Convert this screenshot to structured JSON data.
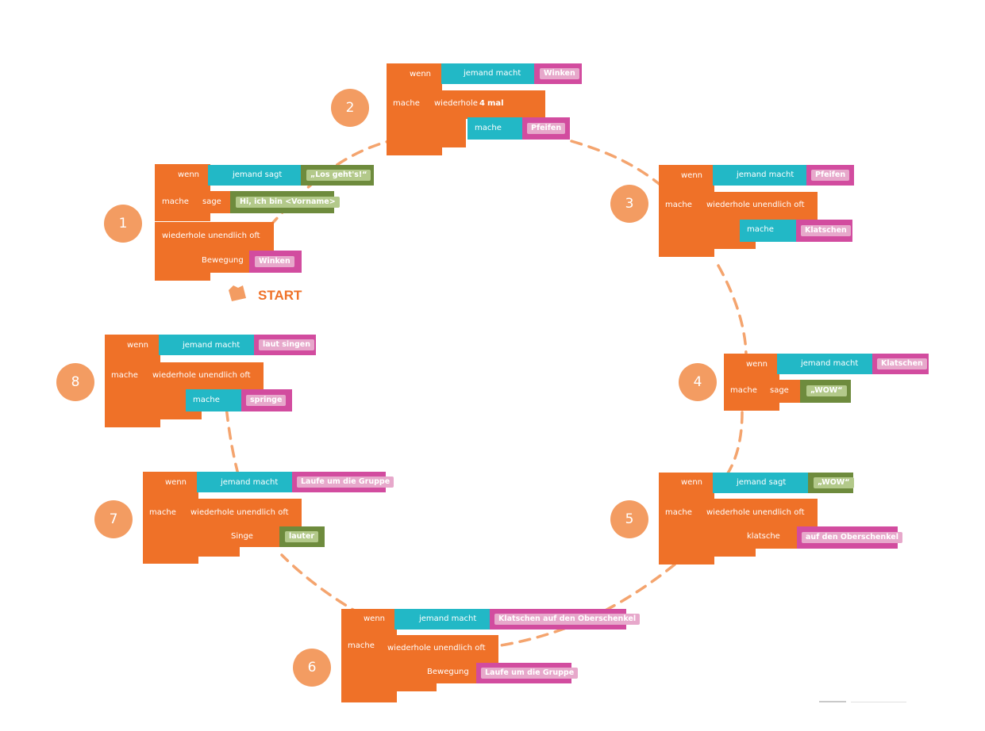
{
  "start_label": "START",
  "colors": {
    "event_block": "#ef7128",
    "sensor_block": "#22b8c6",
    "action_slot": "#d24c9f",
    "speech_slot": "#6e8b3d",
    "number_badge": "#f39c62",
    "ring_dash": "#f4a46e"
  },
  "blocks": [
    {
      "number": "1",
      "when": "wenn",
      "trigger": "jemand sagt",
      "trigger_value": "„Los geht's!“",
      "do": "mache",
      "step1": "sage",
      "step1_value": "Hi, ich bin <Vorname>",
      "loop": "wiederhole unendlich oft",
      "inner": "Bewegung",
      "inner_value": "Winken"
    },
    {
      "number": "2",
      "when": "wenn",
      "trigger": "jemand macht",
      "trigger_value": "Winken",
      "do": "mache",
      "loop_prefix": "wiederhole",
      "loop_count": "4",
      "loop_suffix": "mal",
      "inner": "mache",
      "inner_value": "Pfeifen"
    },
    {
      "number": "3",
      "when": "wenn",
      "trigger": "jemand macht",
      "trigger_value": "Pfeifen",
      "do": "mache",
      "loop": "wiederhole unendlich oft",
      "inner": "mache",
      "inner_value": "Klatschen"
    },
    {
      "number": "4",
      "when": "wenn",
      "trigger": "jemand macht",
      "trigger_value": "Klatschen",
      "do": "mache",
      "inner": "sage",
      "inner_value": "„WOW“"
    },
    {
      "number": "5",
      "when": "wenn",
      "trigger": "jemand sagt",
      "trigger_value": "„WOW“",
      "do": "mache",
      "loop": "wiederhole unendlich oft",
      "inner": "klatsche",
      "inner_value": "auf den Oberschenkel"
    },
    {
      "number": "6",
      "when": "wenn",
      "trigger": "jemand macht",
      "trigger_value": "Klatschen auf den Oberschenkel",
      "do": "mache",
      "loop": "wiederhole unendlich oft",
      "inner": "Bewegung",
      "inner_value": "Laufe um die Gruppe"
    },
    {
      "number": "7",
      "when": "wenn",
      "trigger": "jemand macht",
      "trigger_value": "Laufe um die Gruppe",
      "do": "mache",
      "loop": "wiederhole unendlich oft",
      "inner": "Singe",
      "inner_value": "lauter"
    },
    {
      "number": "8",
      "when": "wenn",
      "trigger": "jemand macht",
      "trigger_value": "laut singen",
      "do": "mache",
      "loop": "wiederhole unendlich oft",
      "inner": "mache",
      "inner_value": "springe"
    }
  ]
}
